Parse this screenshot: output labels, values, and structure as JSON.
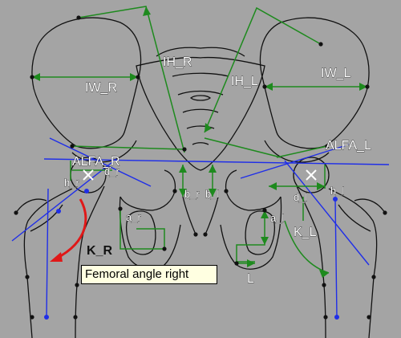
{
  "labels": {
    "iw_r": "IW_R",
    "iw_l": "IW_L",
    "ih_r": "IH_R",
    "ih_l": "IH_L",
    "alfa_r": "ALFA_R",
    "alfa_l": "ALFA_L",
    "h_r": "h_r",
    "d_r": "d_r",
    "h_l": "h_l",
    "d_l": "d_l",
    "b_r": "b_r",
    "b_l": "b_l",
    "a_r": "a_r",
    "a_l": "a_l",
    "k_r": "K_R",
    "k_l": "K_L",
    "l": "L"
  },
  "tooltip": {
    "text": "Femoral angle right"
  },
  "colors": {
    "background": "#a4a4a4",
    "outline": "#111111",
    "measure": "#1e8a1e",
    "axis": "#1f2ee8",
    "angle": "#e01818",
    "tooltip_bg": "#ffffe1"
  }
}
